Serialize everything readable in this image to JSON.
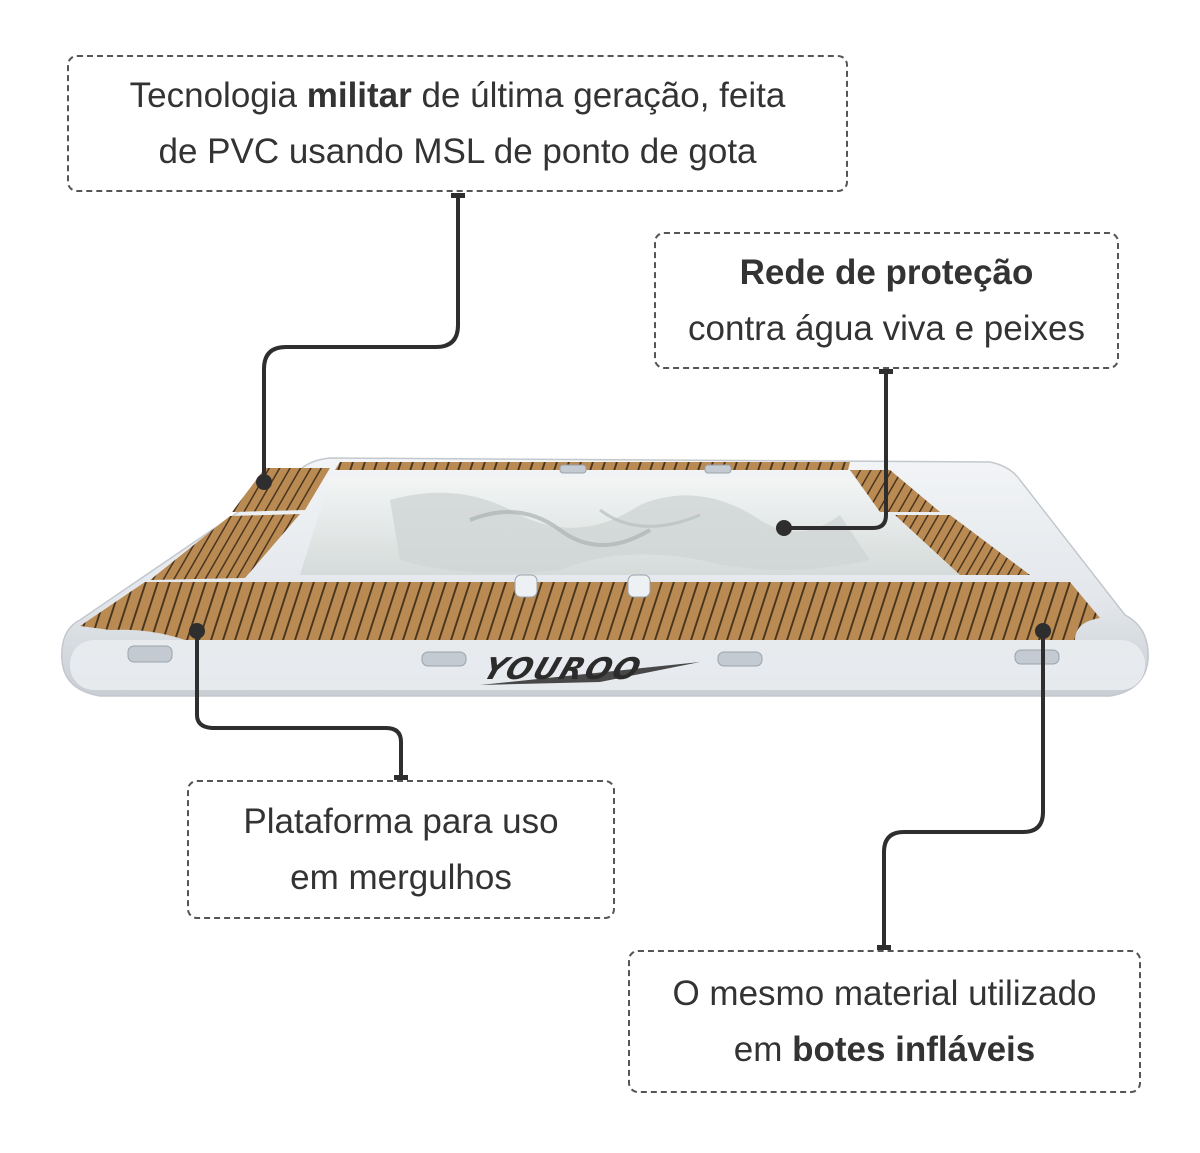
{
  "callouts": [
    {
      "id": "military-technology",
      "line1_pre": "Tecnologia ",
      "line1_bold": "militar",
      "line1_post": " de última geração, feita",
      "line2": "de PVC usando MSL de ponto de gota"
    },
    {
      "id": "protection-net",
      "line1_bold": "Rede de proteção",
      "line2": "contra água viva e peixes"
    },
    {
      "id": "diving-platform",
      "line1": "Plataforma para uso",
      "line2": "em mergulhos"
    },
    {
      "id": "inflatable-boat-material",
      "line1": "O mesmo material utilizado",
      "line2_pre": "em ",
      "line2_bold": "botes infláveis"
    }
  ],
  "product": {
    "brand_logo_text": "YOUROO",
    "description": "Inflatable floating dock platform with teak-style deck and central protection net pool"
  },
  "colors": {
    "background": "#ffffff",
    "text": "#333333",
    "callout_border": "#555555",
    "connector": "#2e2e2e",
    "deck_teak": "#b98a52",
    "deck_grooves": "#4a3520",
    "hull_white": "#e9ecef",
    "hull_shadow": "#c9ced4",
    "net": "#dfe3e2"
  }
}
